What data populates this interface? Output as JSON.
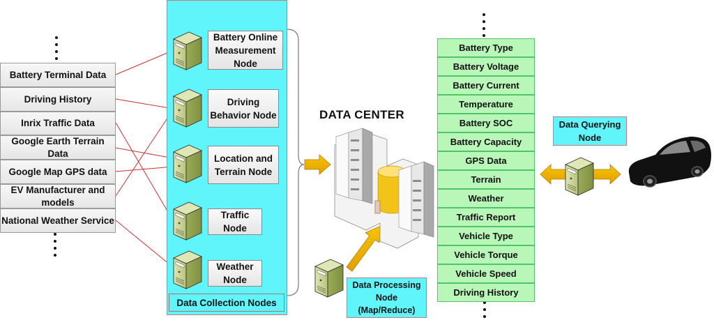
{
  "data_sources": [
    {
      "label": "Battery Terminal Data"
    },
    {
      "label": "Driving History"
    },
    {
      "label": "Inrix Traffic Data"
    },
    {
      "label": "Google Earth Terrain Data"
    },
    {
      "label": "Google Map GPS data"
    },
    {
      "label": "EV Manufacturer and models"
    },
    {
      "label": "National Weather Service"
    }
  ],
  "collection_nodes": [
    {
      "label": "Battery Online Measurement Node"
    },
    {
      "label": "Driving Behavior Node"
    },
    {
      "label": "Location and Terrain Node"
    },
    {
      "label": "Traffic Node"
    },
    {
      "label": "Weather Node"
    }
  ],
  "collection_caption": "Data Collection Nodes",
  "connections": [
    {
      "from": "Battery Terminal Data",
      "to": "Battery Online Measurement Node"
    },
    {
      "from": "Driving History",
      "to": "Driving Behavior Node"
    },
    {
      "from": "Inrix Traffic Data",
      "to": "Traffic Node"
    },
    {
      "from": "Google Earth Terrain Data",
      "to": "Location and Terrain Node"
    },
    {
      "from": "Google Map GPS data",
      "to": "Location and Terrain Node"
    },
    {
      "from": "EV Manufacturer and models",
      "to": "Driving Behavior Node"
    },
    {
      "from": "National Weather Service",
      "to": "Weather Node"
    }
  ],
  "data_center": {
    "title": "DATA CENTER"
  },
  "processing_node": {
    "label": "Data Processing Node (Map/Reduce)",
    "lines": [
      "Data Processing",
      "Node",
      "(Map/Reduce)"
    ]
  },
  "attributes": [
    {
      "label": "Battery Type"
    },
    {
      "label": "Battery Voltage"
    },
    {
      "label": "Battery Current"
    },
    {
      "label": "Temperature"
    },
    {
      "label": "Battery SOC"
    },
    {
      "label": "Battery Capacity"
    },
    {
      "label": "GPS Data"
    },
    {
      "label": "Terrain"
    },
    {
      "label": "Weather"
    },
    {
      "label": "Traffic Report"
    },
    {
      "label": "Vehicle Type"
    },
    {
      "label": "Vehicle Torque"
    },
    {
      "label": "Vehicle Speed"
    },
    {
      "label": "Driving History"
    }
  ],
  "querying_node": {
    "lines": [
      "Data Querying",
      "Node"
    ]
  },
  "colors": {
    "cyan_panel": "#5ff5fb",
    "attribute_fill": "#b8f7b8",
    "attribute_border": "#4fc46a",
    "arrow_gold": "#f0b400",
    "connector_red": "#d03030",
    "server_green": "#a9b86a"
  },
  "icons": {
    "server": "server-icon",
    "data_center": "data-center-icon",
    "car": "car-icon",
    "ellipsis": "vertical-ellipsis-icon"
  }
}
